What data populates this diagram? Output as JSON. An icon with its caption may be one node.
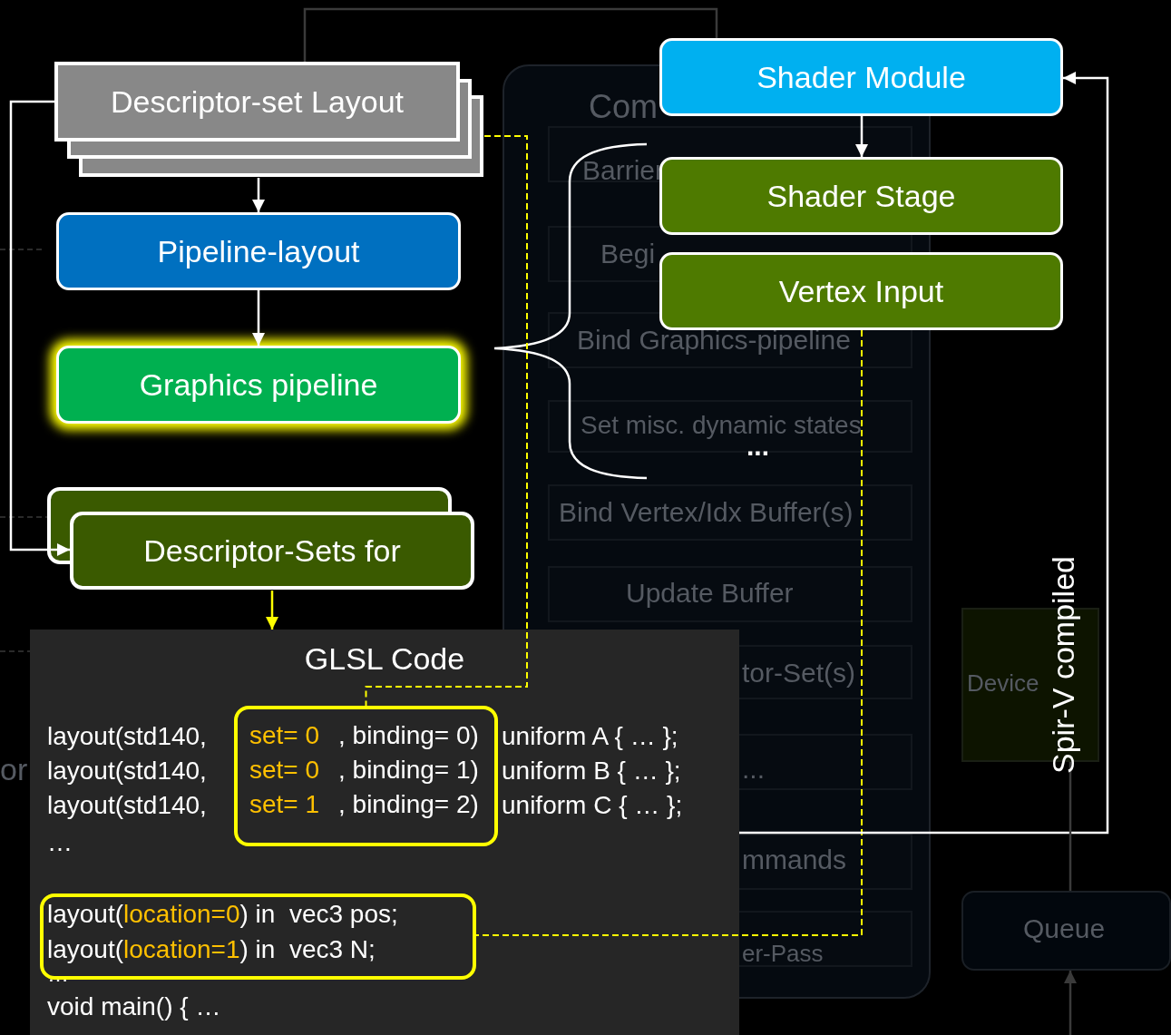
{
  "diagram": {
    "nodes": [
      {
        "text": [
          "Descriptor-set Layout"
        ]
      },
      {
        "text": [
          "Pipeline-layout"
        ]
      },
      {
        "text": [
          "Graphics pipeline"
        ]
      },
      {
        "text": [
          "Descriptor-Sets for"
        ]
      },
      {
        "text": [
          "Shader Module"
        ]
      },
      {
        "text": [
          "Shader Stage"
        ]
      },
      {
        "text": [
          "Vertex Input"
        ]
      },
      {
        "text": [
          "GLSL Code",
          "layout(std140,",
          "layout(std140,",
          "layout(std140,",
          "uniform A { … };",
          "uniform B { … };",
          "uniform C { … };",
          "…",
          "…",
          "void main() { …"
        ]
      },
      {
        "text": [
          "set= 0",
          ", binding= 0)",
          "set= 0",
          ", binding= 1)",
          "set= 1",
          ", binding= 2)"
        ],
        "in": 7
      },
      {
        "text": [
          "layout(",
          "location=0",
          ") in  vec3 pos;",
          "layout(",
          "location=1",
          ") in  vec3 N;"
        ],
        "in": 7
      },
      {
        "text": [
          "Device"
        ]
      },
      {
        "text": [
          "Queue"
        ]
      }
    ],
    "edges": [
      {
        "from": 0,
        "to": 1,
        "arrow": "to"
      },
      {
        "from": 1,
        "to": 2,
        "arrow": "to"
      },
      {
        "from": 0,
        "to": 3,
        "arrow": "to"
      },
      {
        "from": 4,
        "to": 5,
        "arrow": "to"
      },
      {
        "from": 3,
        "to": 7,
        "arrow": "to",
        "color": "#ffff00"
      },
      {
        "from": 0,
        "to": 8,
        "arrow": "none",
        "style": "dashed",
        "color": "#ffff00"
      },
      {
        "from": 6,
        "to": 9,
        "arrow": "none",
        "style": "dashed",
        "color": "#ffff00"
      },
      {
        "from": 7,
        "to": 4,
        "arrow": "to",
        "label": "Spir-V compiled"
      },
      {
        "from": 0,
        "to": 4,
        "arrow": "none",
        "color": "#3a3a3a"
      },
      {
        "from": 11,
        "to": 10,
        "arrow": "none",
        "color": "#3a3a3a"
      },
      {
        "from": null,
        "to": 11,
        "arrow": "to",
        "color": "#3a3a3a"
      }
    ],
    "labels": [
      "Com",
      "Barrier",
      "Begi",
      "Bind Graphics-pipeline",
      "...",
      "Set misc. dynamic states",
      "Bind Vertex/Idx Buffer(s)",
      "Update Buffer",
      "tor-Set(s)",
      "...",
      "or",
      "mmands",
      "er-Pass"
    ]
  }
}
